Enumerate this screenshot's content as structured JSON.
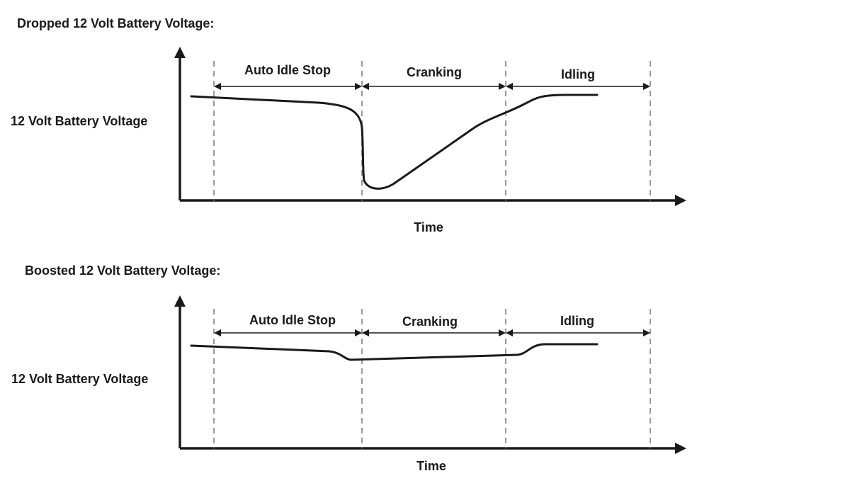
{
  "panels": [
    {
      "heading": "Dropped 12 Volt Battery Voltage:",
      "y_label": "12 Volt Battery Voltage",
      "x_label": "Time",
      "phases": [
        {
          "label": "Auto Idle Stop"
        },
        {
          "label": "Cranking"
        },
        {
          "label": "Idling"
        }
      ]
    },
    {
      "heading": "Boosted 12 Volt Battery Voltage:",
      "y_label": "12 Volt Battery Voltage",
      "x_label": "Time",
      "phases": [
        {
          "label": "Auto Idle Stop"
        },
        {
          "label": "Cranking"
        },
        {
          "label": "Idling"
        }
      ]
    }
  ]
}
